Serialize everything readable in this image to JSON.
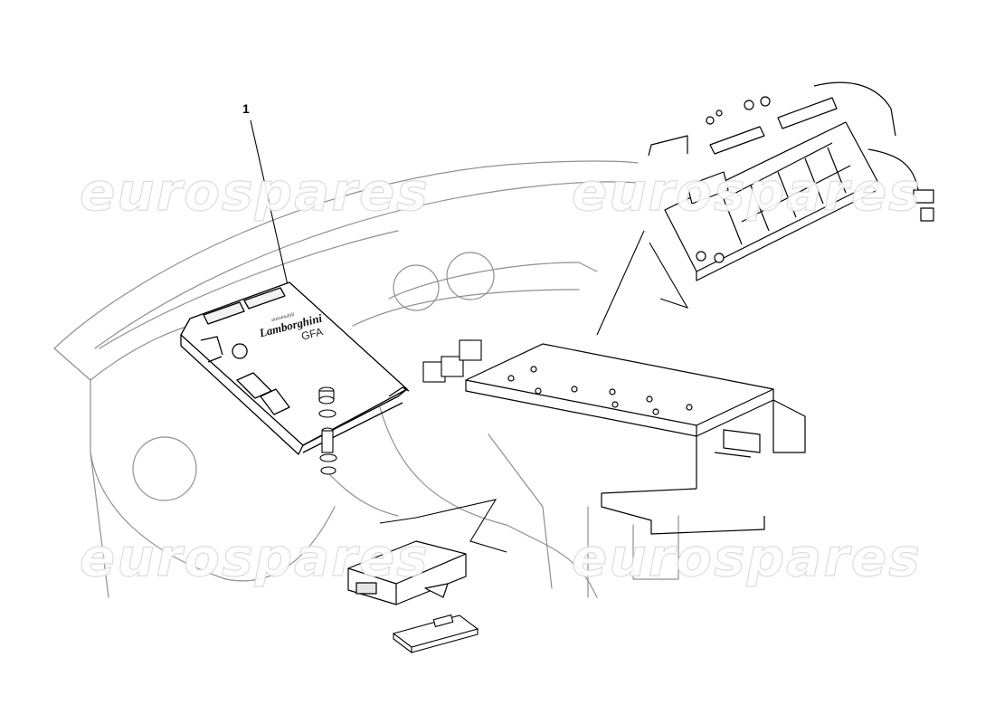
{
  "watermark": {
    "text": "eurospares"
  },
  "callouts": [
    {
      "label": "1"
    }
  ],
  "ecu": {
    "brand_small": "automobili",
    "brand": "Lamborghini",
    "model": "GFA"
  }
}
